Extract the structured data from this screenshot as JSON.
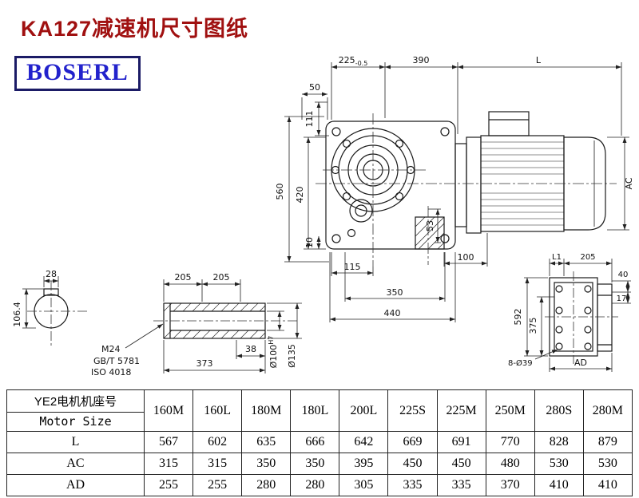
{
  "header": {
    "title": "KA127减速机尺寸图纸",
    "logo": "BOSERL"
  },
  "main_view": {
    "dim_225": "225",
    "dim_225_tol": "-0.5",
    "dim_390": "390",
    "dim_l": "L",
    "dim_50": "50",
    "dim_111": "111",
    "dim_560": "560",
    "dim_420": "420",
    "dim_10": "10",
    "dim_ac": "AC",
    "dim_53": "53",
    "dim_115": "115",
    "dim_100": "100",
    "dim_350": "350",
    "dim_440": "440"
  },
  "shaft_end_view": {
    "dim_28": "28",
    "dim_106_4": "106.4"
  },
  "shaft_detail_view": {
    "dim_205_left": "205",
    "dim_205_right": "205",
    "thread_label": "M24",
    "standard_gb": "GB/T 5781",
    "standard_iso": "ISO 4018",
    "dim_38": "38",
    "dim_373": "373",
    "dim_bore": "Ø100",
    "dim_bore_fit": "H7",
    "dim_od": "Ø135"
  },
  "flange_view": {
    "dim_l1": "L1",
    "dim_205": "205",
    "dim_40": "40",
    "dim_17": "17",
    "dim_592": "592",
    "dim_375": "375",
    "dim_holes": "8-Ø39",
    "dim_ad": "AD"
  },
  "table": {
    "header_cn": "YE2电机机座号",
    "header_en": "Motor Size",
    "columns": [
      "160M",
      "160L",
      "180M",
      "180L",
      "200L",
      "225S",
      "225M",
      "250M",
      "280S",
      "280M"
    ],
    "rows": [
      {
        "label": "L",
        "values": [
          "567",
          "602",
          "635",
          "666",
          "642",
          "669",
          "691",
          "770",
          "828",
          "879"
        ]
      },
      {
        "label": "AC",
        "values": [
          "315",
          "315",
          "350",
          "350",
          "395",
          "450",
          "450",
          "480",
          "530",
          "530"
        ]
      },
      {
        "label": "AD",
        "values": [
          "255",
          "255",
          "280",
          "280",
          "305",
          "335",
          "335",
          "370",
          "410",
          "410"
        ]
      }
    ]
  }
}
